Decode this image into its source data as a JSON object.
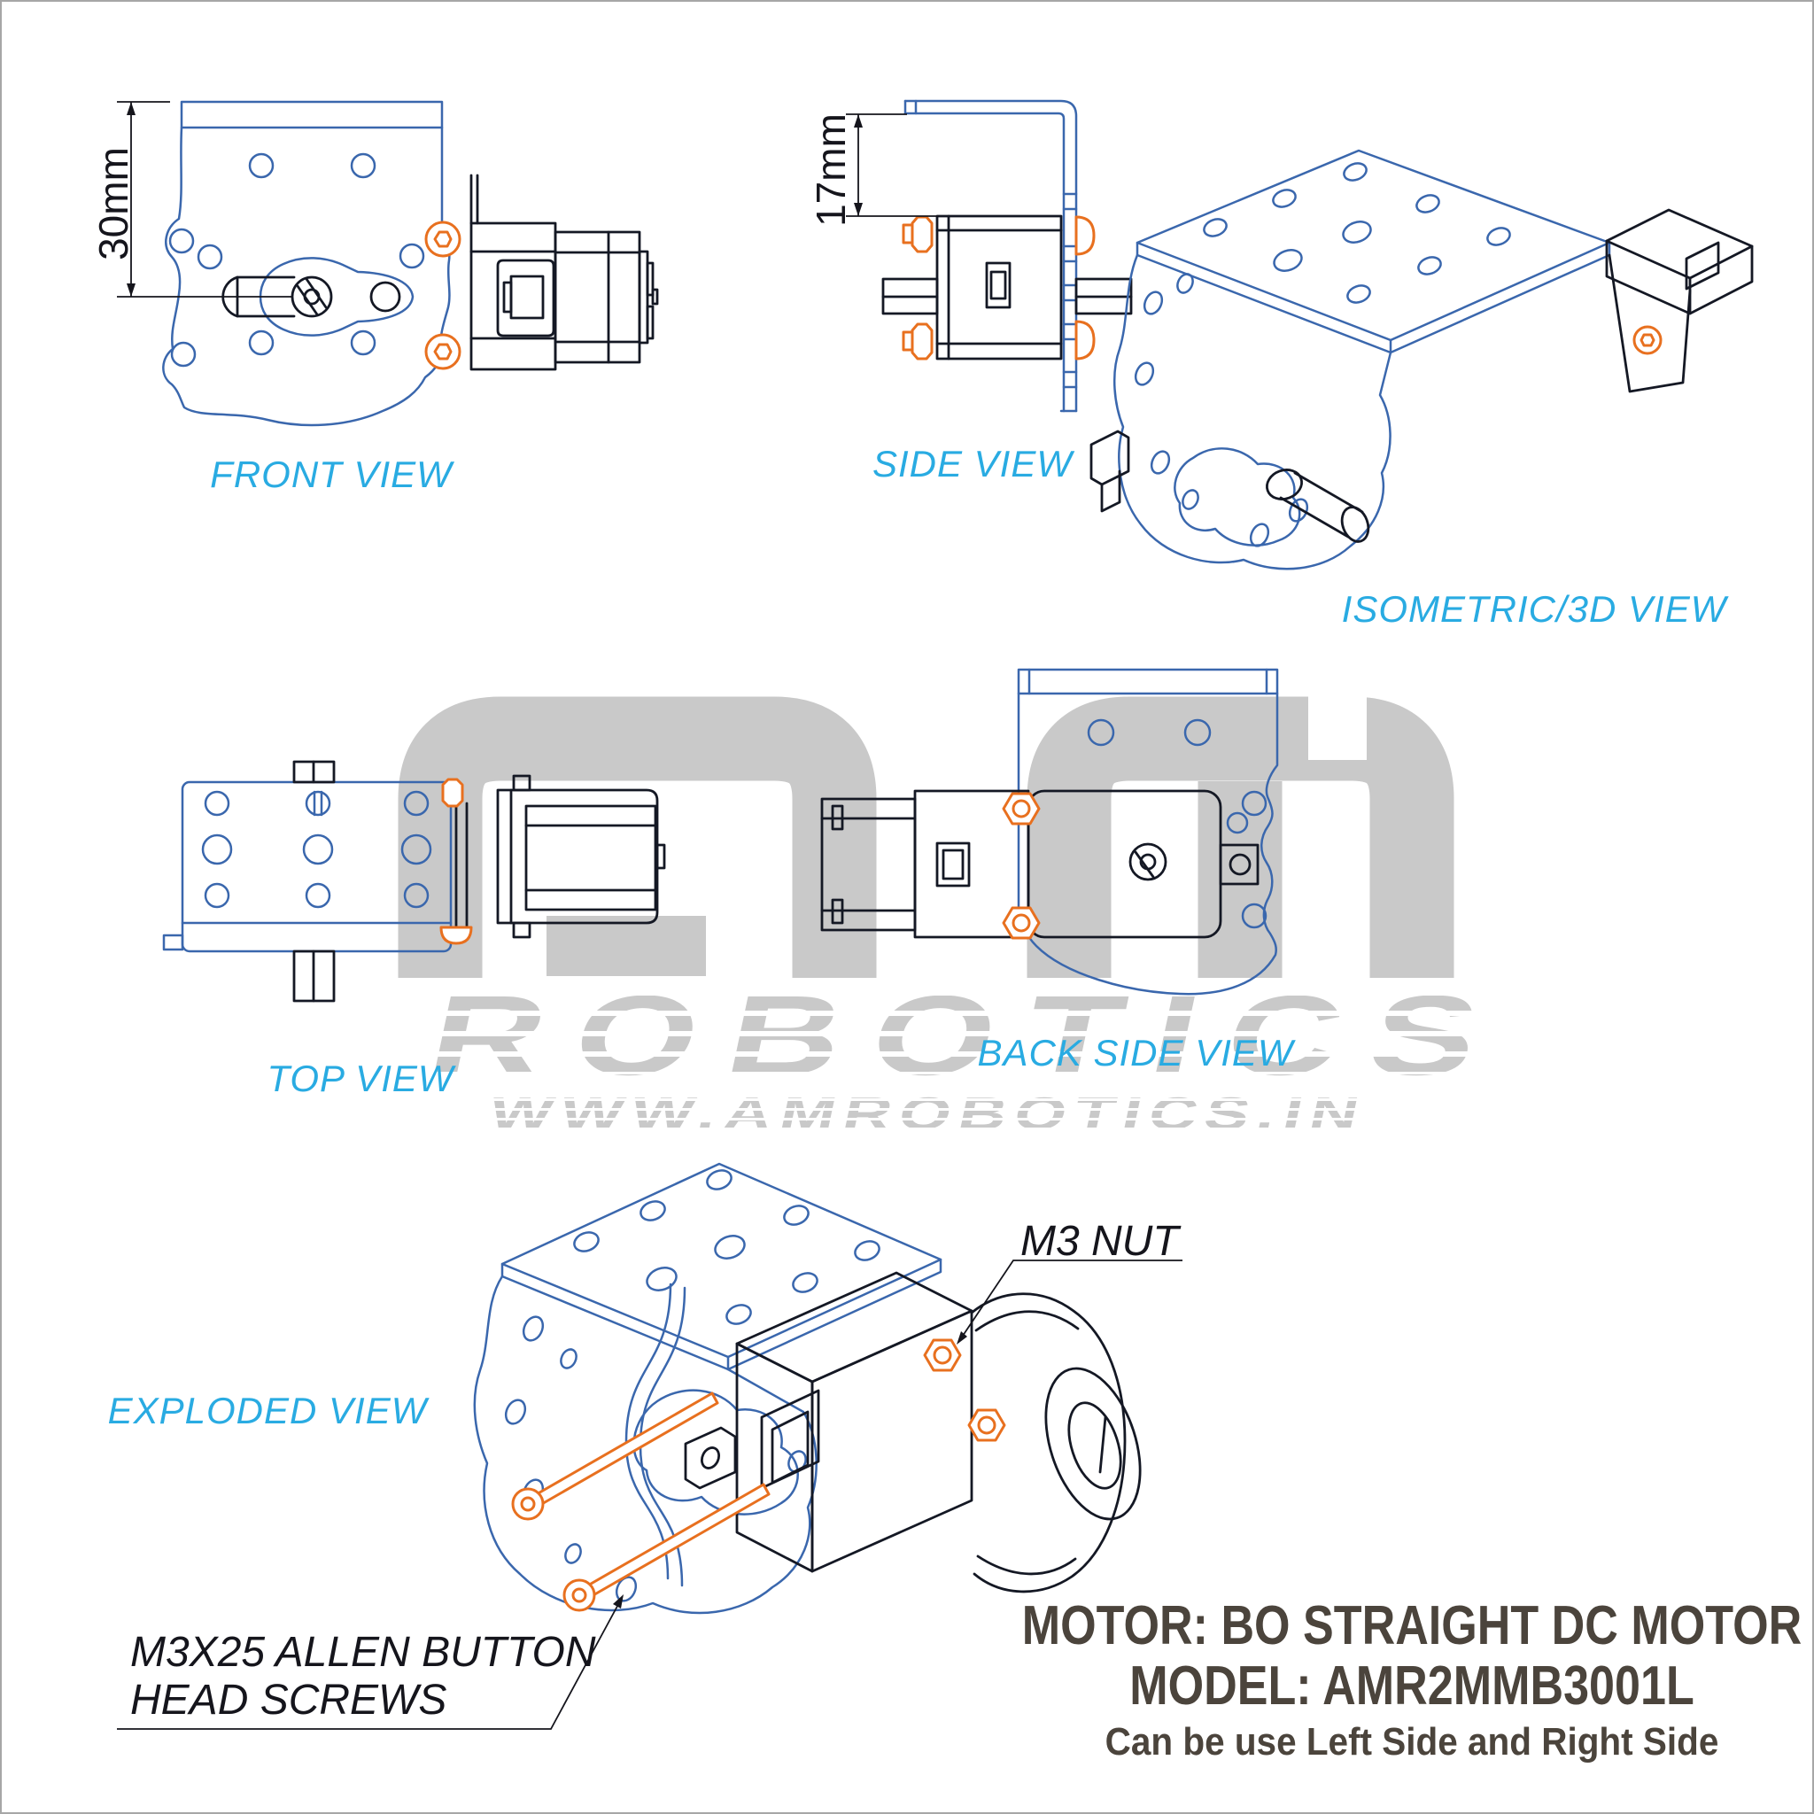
{
  "colors": {
    "line_blue": "#3a67ad",
    "line_black": "#141824",
    "accent_orange": "#e8701f",
    "label_cyan": "#29abe2",
    "footer_text": "#4b443c",
    "watermark_gray": "#c9c9c9"
  },
  "views": {
    "front": {
      "label": "FRONT VIEW",
      "dim": "30mm"
    },
    "side": {
      "label": "SIDE VIEW",
      "dim": "17mm"
    },
    "iso": {
      "label": "ISOMETRIC/3D VIEW"
    },
    "top": {
      "label": "TOP VIEW"
    },
    "back": {
      "label": "BACK SIDE VIEW"
    },
    "exploded": {
      "label": "EXPLODED VIEW"
    }
  },
  "callouts": {
    "nut": "M3 NUT",
    "screws_line1": "M3X25 ALLEN BUTTON",
    "screws_line2": "HEAD SCREWS"
  },
  "footer": {
    "motor": "MOTOR: BO STRAIGHT DC MOTOR",
    "model": "MODEL: AMR2MMB3001L",
    "note": "Can be use Left Side and Right Side"
  },
  "watermark": {
    "name": "ROBOTICS",
    "url": "WWW.AMROBOTICS.IN"
  }
}
